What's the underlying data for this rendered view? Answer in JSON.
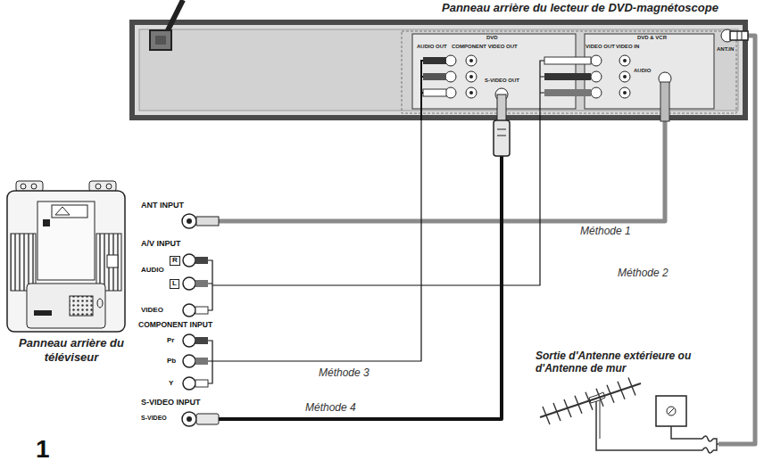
{
  "diagram": {
    "nodes": [
      {
        "text": [
          "Panneau arrière du lecteur de DVD-magnétoscope"
        ]
      },
      {
        "text": [
          "ANT INPUT"
        ]
      },
      {
        "text": [
          "A/V INPUT",
          "R",
          "AUDIO",
          "L",
          "VIDEO"
        ]
      },
      {
        "text": [
          "COMPONENT INPUT",
          "Pr",
          "Pb",
          "Y"
        ]
      },
      {
        "text": [
          "S-VIDEO INPUT",
          "S-VIDEO"
        ]
      },
      {
        "text": [
          "Panneau arrière du téléviseur"
        ]
      },
      {
        "text": [
          "Sortie d'Antenne extérieure ou d'Antenne de mur"
        ]
      }
    ],
    "edges": [
      {
        "from": 0,
        "to": 1,
        "arrow": "none",
        "label": "Méthode 1"
      },
      {
        "from": 0,
        "to": 2,
        "arrow": "none",
        "label": "Méthode 2"
      },
      {
        "from": 0,
        "to": 3,
        "arrow": "none",
        "label": "Méthode 3"
      },
      {
        "from": 0,
        "to": 4,
        "arrow": "none",
        "label": "Méthode 4"
      },
      {
        "from": 6,
        "to": 0,
        "arrow": "none"
      }
    ],
    "labels": [
      "DVD",
      "AUDIO OUT",
      "COMPONENT VIDEO OUT",
      "S-VIDEO OUT",
      "DVD & VCR",
      "VIDEO OUT",
      "VIDEO IN",
      "AUDIO",
      "ANT.IN",
      "1"
    ]
  }
}
